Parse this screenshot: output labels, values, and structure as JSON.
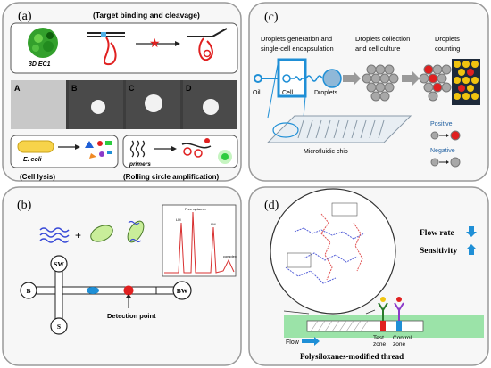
{
  "panels": {
    "a": {
      "label": "(a)",
      "header": "(Target binding and cleavage)",
      "cell_label": "3D EC1",
      "image_letters": [
        "A",
        "B",
        "C",
        "D"
      ],
      "ecoli_label": "E. coli",
      "primers_label": "primers",
      "lysis_label": "(Cell lysis)",
      "rca_label": "(Rolling circle amplification)"
    },
    "b": {
      "label": "(b)",
      "nodes": {
        "sw": "SW",
        "b": "B",
        "bw": "BW",
        "s": "S"
      },
      "detection_label": "Detection point",
      "plot": {
        "peak_left": "LM",
        "peak_mid": "Free aptamer",
        "peak_right": "LM",
        "peak_complex": "complex"
      }
    },
    "c": {
      "label": "(c)",
      "step1_line1": "Droplets generation and",
      "step1_line2": "single-cell encapsulation",
      "step2_line1": "Droplets collection",
      "step2_line2": "and cell culture",
      "step3_line1": "Droplets",
      "step3_line2": "counting",
      "oil": "Oil",
      "cell": "Cell",
      "droplets": "Droplets",
      "chip": "Microfluidic chip",
      "positive": "Positive",
      "negative": "Negative"
    },
    "d": {
      "label": "(d)",
      "flow_rate": "Flow rate",
      "sensitivity": "Sensitivity",
      "flow": "Flow",
      "test_zone_1": "Test",
      "test_zone_2": "zone",
      "control_zone_1": "Control",
      "control_zone_2": "zone",
      "thread_title": "Polysiloxanes-modified thread"
    }
  },
  "colors": {
    "panel_border": "#9a9a9a",
    "panel_bg": "#f7f7f7",
    "accent_blue": "#1f8fd6",
    "red": "#e02020",
    "green": "#2ecc40",
    "thread_green": "#9be3a8"
  }
}
